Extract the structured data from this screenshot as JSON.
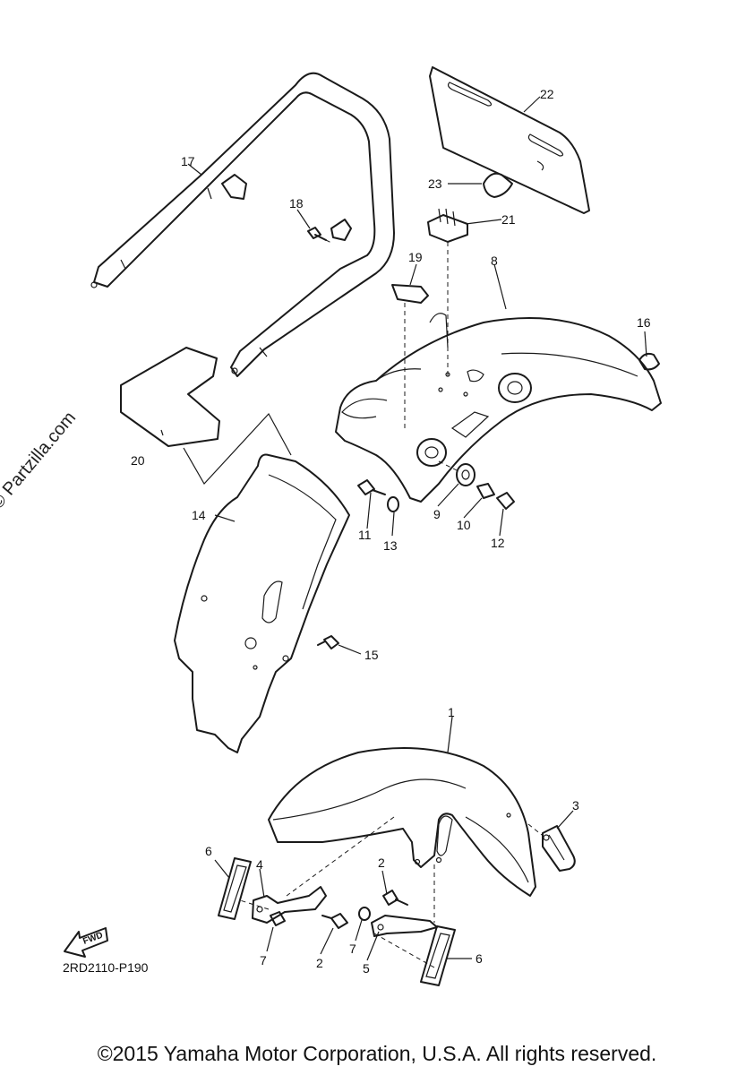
{
  "watermark": "© Partzilla.com",
  "diagram_code": "2RD2110-P190",
  "fwd_label": "FWD",
  "copyright": "©2015 Yamaha Motor Corporation, U.S.A. All rights reserved.",
  "callouts": {
    "c1": "1",
    "c2a": "2",
    "c2b": "2",
    "c3": "3",
    "c4": "4",
    "c5": "5",
    "c6a": "6",
    "c6b": "6",
    "c7a": "7",
    "c7b": "7",
    "c8": "8",
    "c9": "9",
    "c10": "10",
    "c11": "11",
    "c12": "12",
    "c13": "13",
    "c14": "14",
    "c15": "15",
    "c16": "16",
    "c17": "17",
    "c18": "18",
    "c19": "19",
    "c20": "20",
    "c21": "21",
    "c22": "22",
    "c23": "23"
  }
}
